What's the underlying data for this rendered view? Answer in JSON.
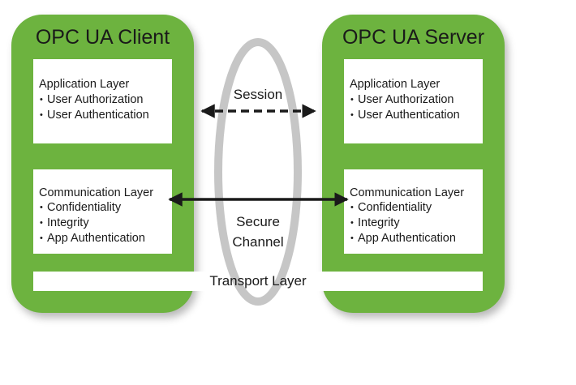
{
  "client": {
    "title": "OPC UA Client",
    "application_layer": {
      "title": "Application Layer",
      "items": [
        "User Authorization",
        "User Authentication"
      ]
    },
    "communication_layer": {
      "title": "Communication Layer",
      "items": [
        "Confidentiality",
        "Integrity",
        "App Authentication"
      ]
    }
  },
  "server": {
    "title": "OPC UA Server",
    "application_layer": {
      "title": "Application Layer",
      "items": [
        "User Authorization",
        "User Authentication"
      ]
    },
    "communication_layer": {
      "title": "Communication Layer",
      "items": [
        "Confidentiality",
        "Integrity",
        "App Authentication"
      ]
    }
  },
  "connections": {
    "session": "Session",
    "secure_channel": [
      "Secure",
      "Channel"
    ],
    "transport": "Transport Layer"
  },
  "colors": {
    "panel_green": "#6db33f",
    "ring_gray": "#c6c6c6",
    "arrow": "#1a1a1a"
  }
}
